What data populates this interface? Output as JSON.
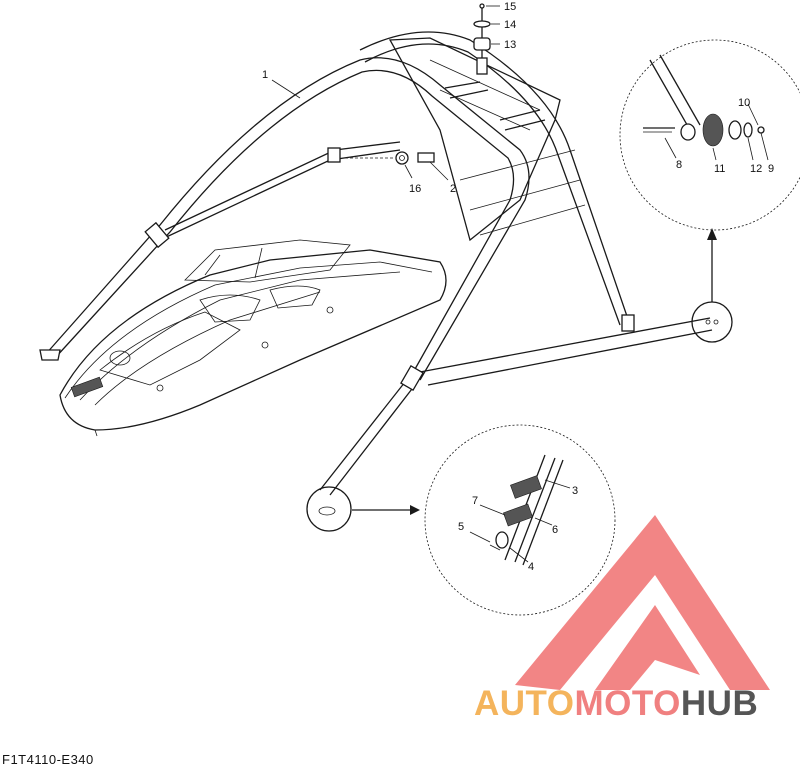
{
  "diagram": {
    "code": "F1T4110-E340",
    "part_labels": [
      "1",
      "2",
      "3",
      "4",
      "5",
      "6",
      "7",
      "8",
      "9",
      "10",
      "11",
      "12",
      "13",
      "14",
      "15",
      "16"
    ]
  },
  "watermark": {
    "part1": "AUTO",
    "part2": "MOTO",
    "part3": "HUB",
    "color1": "#f4b45c",
    "color2": "#f08080",
    "color3": "#555555",
    "logo_color": "#f07070"
  }
}
